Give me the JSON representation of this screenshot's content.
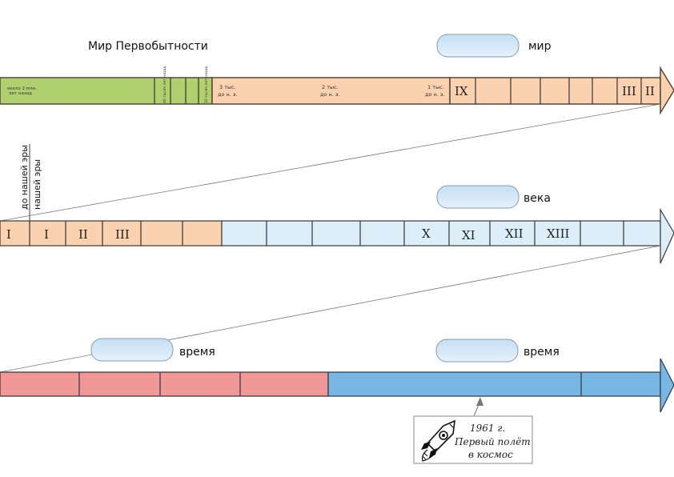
{
  "colors": {
    "green": "#b0d06f",
    "peach": "#fbd2b0",
    "light_blue": "#dceef8",
    "pink": "#f09898",
    "blue": "#78b6e4",
    "border": "#5a4638",
    "pill_top": "#c6dff3",
    "pill_bottom": "#e4f1fb"
  },
  "row1": {
    "title": "Мир Первобытности",
    "pill_label": "мир",
    "green_label_line1": "около 2 млн.",
    "green_label_line2": "лет назад",
    "vertical_label_1": "40 тысяч лет назад",
    "vertical_label_2": "10 тысяч лет назад",
    "marks": [
      {
        "line1": "3 тыс.",
        "line2": "до н. э."
      },
      {
        "line1": "2 тыс.",
        "line2": "до н. э."
      },
      {
        "line1": "1 тыс.",
        "line2": "до н. э."
      }
    ],
    "centuries": [
      "IX",
      "III",
      "II"
    ]
  },
  "row2": {
    "pill_label": "века",
    "era_before": "до нашей эры",
    "era_after": "нашей эры",
    "cells": [
      "I",
      "I",
      "II",
      "III",
      "",
      "",
      "",
      "",
      "",
      "",
      "X",
      "XI",
      "XII",
      "XIII",
      "",
      ""
    ]
  },
  "row3": {
    "pill_label_left": "время",
    "pill_label_right": "время",
    "note_line1": "1961 г.",
    "note_line2": "Первый полёт",
    "note_line3": "в космос",
    "note_icon": "rocket-icon"
  }
}
